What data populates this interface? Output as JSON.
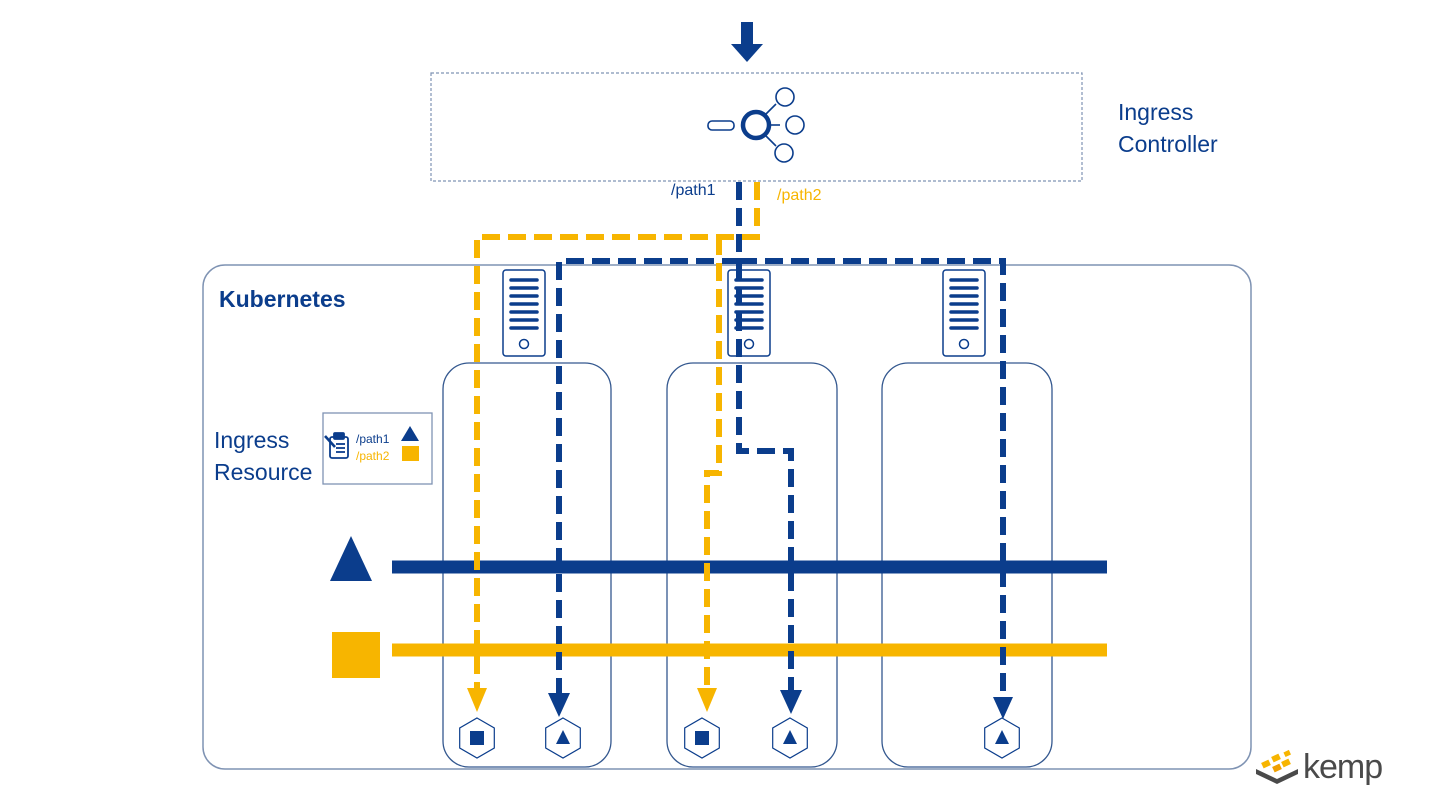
{
  "colors": {
    "primary_blue": "#0b3d8c",
    "accent_yellow": "#f7b500",
    "outline_gray": "#7f93b3",
    "logo_gray": "#4a4a4a"
  },
  "ingress_controller": {
    "title": "Ingress\nController",
    "icon": "load-balancer-icon",
    "inbound_arrow_icon": "arrow-down-icon"
  },
  "routes": {
    "path1_label": "/path1",
    "path2_label": "/path2"
  },
  "cluster": {
    "title": "Kubernetes",
    "ingress_resource": {
      "title": "Ingress\nResource",
      "icon": "clipboard-edit-icon",
      "rules": [
        {
          "path": "/path1",
          "service_shape": "triangle"
        },
        {
          "path": "/path2",
          "service_shape": "square"
        }
      ]
    },
    "services": [
      {
        "name": "triangle-service",
        "shape": "triangle",
        "color": "#0b3d8c"
      },
      {
        "name": "square-service",
        "shape": "square",
        "color": "#f7b500"
      }
    ],
    "nodes": [
      {
        "name": "node-1",
        "pods": [
          {
            "shape": "square"
          },
          {
            "shape": "triangle"
          }
        ]
      },
      {
        "name": "node-2",
        "pods": [
          {
            "shape": "square"
          },
          {
            "shape": "triangle"
          }
        ]
      },
      {
        "name": "node-3",
        "pods": [
          {
            "shape": "triangle"
          }
        ]
      }
    ]
  },
  "logo": {
    "text": "kemp"
  }
}
